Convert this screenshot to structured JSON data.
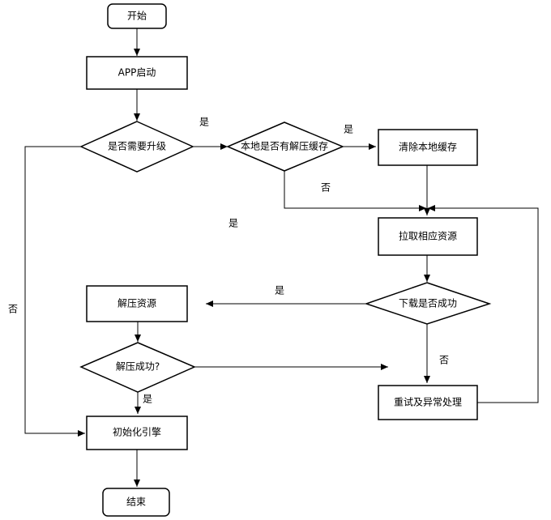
{
  "nodes": {
    "start": "开始",
    "app_launch": "APP启动",
    "need_upgrade": "是否需要升级",
    "has_local_package": "本地是否有解压缓存",
    "clear_cache": "清除本地缓存",
    "pull_resources": "拉取相应资源",
    "download_success": "下载是否成功",
    "retry_error": "重试及异常处理",
    "unpack_resources": "解压资源",
    "unpack_success": "解压成功?",
    "init_engine": "初始化引擎",
    "end": "结束"
  },
  "edges": {
    "upgrade_yes": "是",
    "cache_yes": "是",
    "cache_no": "否",
    "unpack_fail_yes": "是",
    "download_yes": "是",
    "download_no": "否",
    "upgrade_no": "否",
    "unpack_yes": "是"
  }
}
